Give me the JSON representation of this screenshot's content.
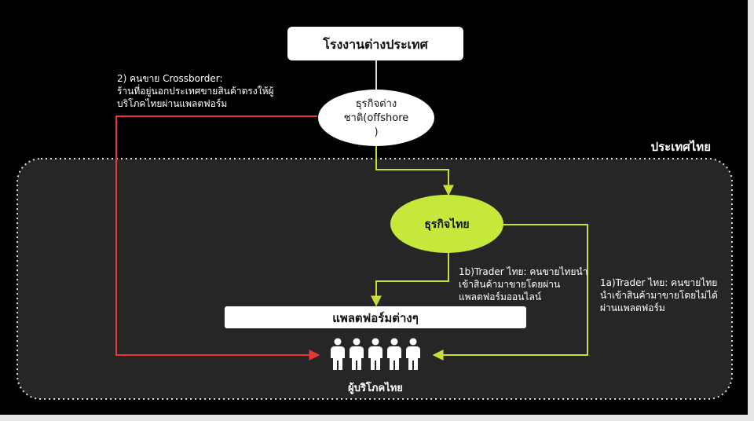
{
  "region_label": "ประเทศไทย",
  "nodes": {
    "factory": "โรงงานต่างประเทศ",
    "offshore_line1": "ธุรกิจต่าง",
    "offshore_line2": "ชาติ(offshore",
    "offshore_line3": ")",
    "thai_business": "ธุรกิจไทย",
    "platforms": "แพลตฟอร์มต่างๆ",
    "consumers": "ผู้บริโภคไทย"
  },
  "annotations": {
    "crossborder": [
      "2) คนขาย Crossborder:",
      "ร้านที่อยู่นอกประเทศขายสินค้าตรงให้ผู้",
      "บริโภคไทยผ่านแพลตฟอร์ม"
    ],
    "trader_platform": [
      "1b)Trader ไทย: คนขายไทยนำ",
      "เข้าสินค้ามาขายโดยผ่าน",
      "แพลตฟอร์มออนไลน์"
    ],
    "trader_direct": [
      "1a)Trader ไทย:  คนขายไทย",
      "นำเข้าสินค้ามาขายโดยไม่ได้",
      "ผ่านแพลตฟอร์ม"
    ]
  },
  "colors": {
    "background": "#000000",
    "region_fill": "#262626",
    "crossborder_line": "#e53935",
    "trader_line": "#cddc39",
    "thai_business_fill": "#c6e83a",
    "box_fill": "#ffffff"
  },
  "icons": [
    "person-icon",
    "person-icon",
    "person-icon",
    "person-icon",
    "person-icon"
  ]
}
